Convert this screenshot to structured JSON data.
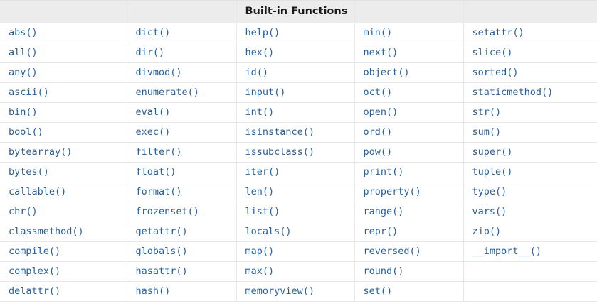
{
  "table": {
    "title": "Built-in Functions",
    "title_column_index": 2,
    "column_count": 5,
    "header_cells": [
      "",
      "",
      "Built-in Functions",
      "",
      ""
    ],
    "rows": [
      [
        "abs()",
        "dict()",
        "help()",
        "min()",
        "setattr()"
      ],
      [
        "all()",
        "dir()",
        "hex()",
        "next()",
        "slice()"
      ],
      [
        "any()",
        "divmod()",
        "id()",
        "object()",
        "sorted()"
      ],
      [
        "ascii()",
        "enumerate()",
        "input()",
        "oct()",
        "staticmethod()"
      ],
      [
        "bin()",
        "eval()",
        "int()",
        "open()",
        "str()"
      ],
      [
        "bool()",
        "exec()",
        "isinstance()",
        "ord()",
        "sum()"
      ],
      [
        "bytearray()",
        "filter()",
        "issubclass()",
        "pow()",
        "super()"
      ],
      [
        "bytes()",
        "float()",
        "iter()",
        "print()",
        "tuple()"
      ],
      [
        "callable()",
        "format()",
        "len()",
        "property()",
        "type()"
      ],
      [
        "chr()",
        "frozenset()",
        "list()",
        "range()",
        "vars()"
      ],
      [
        "classmethod()",
        "getattr()",
        "locals()",
        "repr()",
        "zip()"
      ],
      [
        "compile()",
        "globals()",
        "map()",
        "reversed()",
        "__import__()"
      ],
      [
        "complex()",
        "hasattr()",
        "max()",
        "round()",
        ""
      ],
      [
        "delattr()",
        "hash()",
        "memoryview()",
        "set()",
        ""
      ]
    ]
  },
  "colors": {
    "link_text": "#2a6099",
    "header_background": "#ececec",
    "header_text": "#1a1a1a",
    "cell_border": "#e6e6e6",
    "page_background": "#ffffff"
  }
}
